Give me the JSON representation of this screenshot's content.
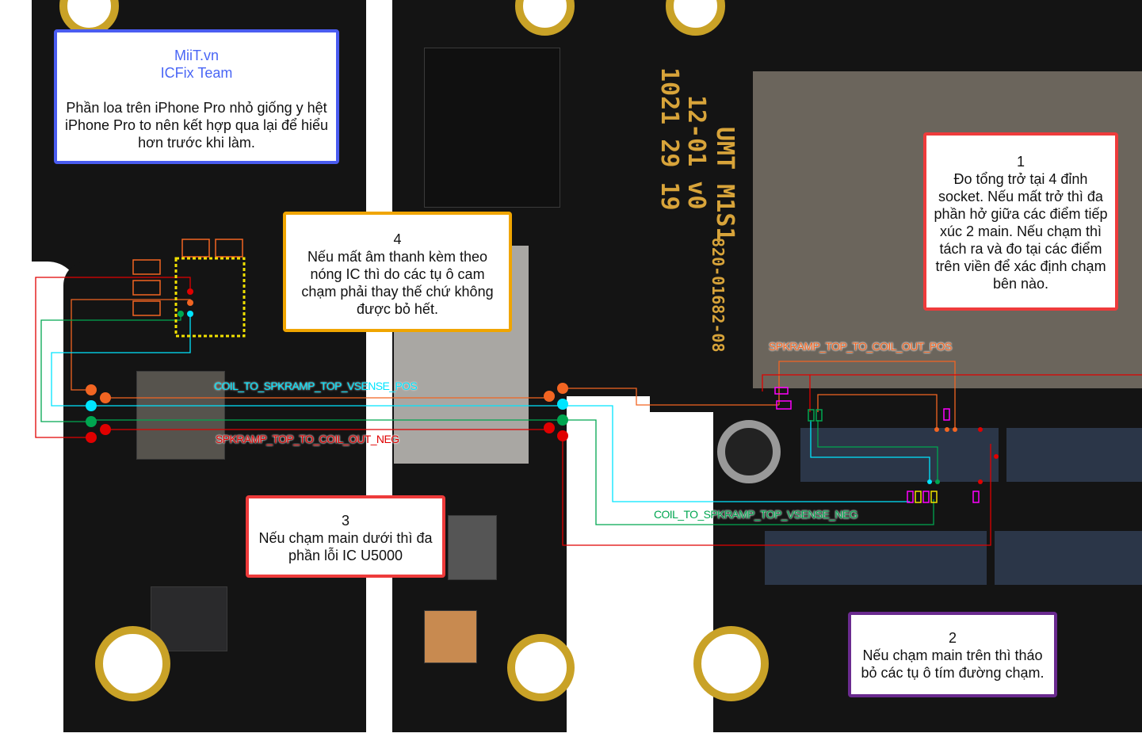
{
  "notes": {
    "intro": {
      "brand_line1": "MiiT.vn",
      "brand_line2": "ICFix Team",
      "text": "Phần loa trên iPhone Pro nhỏ giống y hệt iPhone Pro to nên kết hợp qua lại để hiểu hơn trước khi làm."
    },
    "step1": {
      "number": "1",
      "text": "Đo tổng trở tại 4 đỉnh socket. Nếu mất trở thì đa phần hở giữa các điểm tiếp xúc 2 main. Nếu chạm thì tách ra và đo tại các điểm trên viền để xác định chạm bên nào."
    },
    "step2": {
      "number": "2",
      "text": "Nếu chạm main trên thì tháo bỏ các tụ ô tím đường chạm."
    },
    "step3": {
      "number": "3",
      "text": "Nếu chạm main dưới thì đa phần lỗi IC U5000"
    },
    "step4": {
      "number": "4",
      "text": "Nếu mất âm thanh kèm theo nóng IC thì do các tụ ô cam chạm phải thay thế chứ không được bỏ hết."
    }
  },
  "nets": {
    "vsense_pos": {
      "label": "COIL_TO_SPKRAMP_TOP_VSENSE_POS",
      "color": "#00e5ff"
    },
    "out_neg": {
      "label": "SPKRAMP_TOP_TO_COIL_OUT_NEG",
      "color": "#e00000"
    },
    "out_pos": {
      "label": "SPKRAMP_TOP_TO_COIL_OUT_POS",
      "color": "#f26522"
    },
    "vsense_neg": {
      "label": "COIL_TO_SPKRAMP_TOP_VSENSE_NEG",
      "color": "#00a650"
    }
  },
  "board_markings": {
    "line1": "1021 29 19",
    "line2": "12-01 v0",
    "line3": "UMT M1S1",
    "line4": "820-01682-08"
  }
}
